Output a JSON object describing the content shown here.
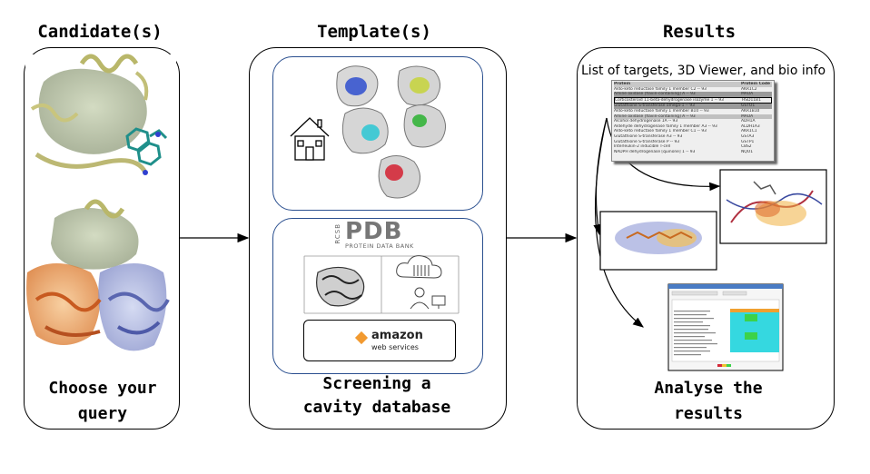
{
  "headings": {
    "candidates": "Candidate(s)",
    "templates": "Template(s)",
    "results": "Results"
  },
  "captions": {
    "candidates_line1": "Choose your",
    "candidates_line2": "query",
    "templates_line1": "Screening a",
    "templates_line2": "cavity database",
    "results_line1": "Analyse the",
    "results_line2": "results"
  },
  "results_label": "List of targets, 3D Viewer, and bio info",
  "pdb_logo": {
    "side": "RCSB",
    "main": "PDB",
    "sub": "PROTEIN DATA BANK"
  },
  "aws_logo": {
    "main": "amazon",
    "sub": "web services"
  },
  "targets_table": {
    "headers": [
      "Protein",
      "Protein Code"
    ],
    "rows": [
      [
        "Aldo-keto reductase family 1 member C2 -- 93",
        "AKR1C2"
      ],
      [
        "Amine oxidase [flavin-containing] A -- 93",
        "MAOA"
      ],
      [
        "Corticosteroid 11-beta-dehydrogenase isozyme 1 -- 93",
        "HSD11B1"
      ],
      [
        "Glutathione S-transferase omega-1 -- 93",
        "GSTO1"
      ],
      [
        "Aldo-keto reductase family 1 member B10 -- 93",
        "AKR1B10"
      ],
      [
        "Amine oxidase [flavin-containing] A -- 93",
        "MAOA"
      ],
      [
        "Alcohol dehydrogenase 1A -- 93",
        "ADH1A"
      ],
      [
        "Aldehyde dehydrogenase family 1 member A3 -- 93",
        "ALDH1A3"
      ],
      [
        "Aldo-keto reductase family 1 member C1 -- 93",
        "AKR1C1"
      ],
      [
        "Glutathione S-transferase A3 -- 93",
        "GSTA3"
      ],
      [
        "Glutathione S-transferase P -- 93",
        "GSTP1"
      ],
      [
        "Interleukin-2 inducible T-cell",
        "CBS2"
      ],
      [
        "NADPH dehydrogenase [quinone] 1 -- 93",
        "NQO1"
      ]
    ]
  },
  "colors": {
    "border": "#000000",
    "subbox_border": "#2a4f8f",
    "table_header": "#c8c8c8",
    "table_highlight": "#9a9a9a",
    "heatmap_cyan": "#35d8e0",
    "heatmap_green": "#3cd24a",
    "heatmap_orange": "#f0a030"
  }
}
